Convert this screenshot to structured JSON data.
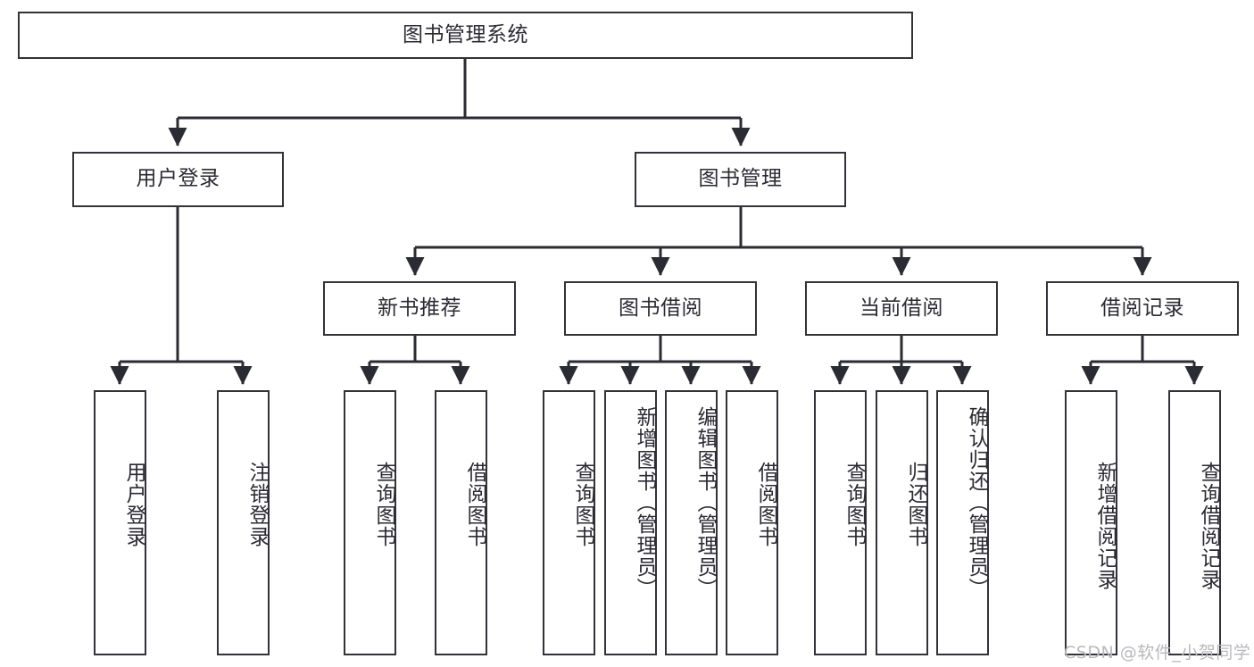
{
  "diagram": {
    "title": "图书管理系统",
    "type": "tree-hierarchy-diagram",
    "colors": {
      "box_border": "#32323a",
      "box_fill": "#ffffff",
      "connector": "#2b2b33",
      "text": "#2b2b33",
      "watermark": "#b9b9bd",
      "background": "#ffffff"
    },
    "root": {
      "label": "图书管理系统"
    },
    "level2": [
      {
        "label": "用户登录"
      },
      {
        "label": "图书管理"
      }
    ],
    "level3": [
      {
        "label": "新书推荐"
      },
      {
        "label": "图书借阅"
      },
      {
        "label": "当前借阅"
      },
      {
        "label": "借阅记录"
      }
    ],
    "leaves": {
      "user_login": [
        {
          "label": "用户登录"
        },
        {
          "label": "注销登录"
        }
      ],
      "new_book_recommend": [
        {
          "label": "查询图书"
        },
        {
          "label": "借阅图书"
        }
      ],
      "book_borrow": [
        {
          "label": "查询图书"
        },
        {
          "label": "新增图书（管理员）"
        },
        {
          "label": "编辑图书（管理员）"
        },
        {
          "label": "借阅图书"
        }
      ],
      "current_borrow": [
        {
          "label": "查询图书"
        },
        {
          "label": "归还图书"
        },
        {
          "label": "确认归还（管理员）"
        }
      ],
      "borrow_record": [
        {
          "label": "新增借阅记录"
        },
        {
          "label": "查询借阅记录"
        }
      ]
    }
  },
  "watermark": {
    "text": "CSDN @软件_小贺同学"
  }
}
